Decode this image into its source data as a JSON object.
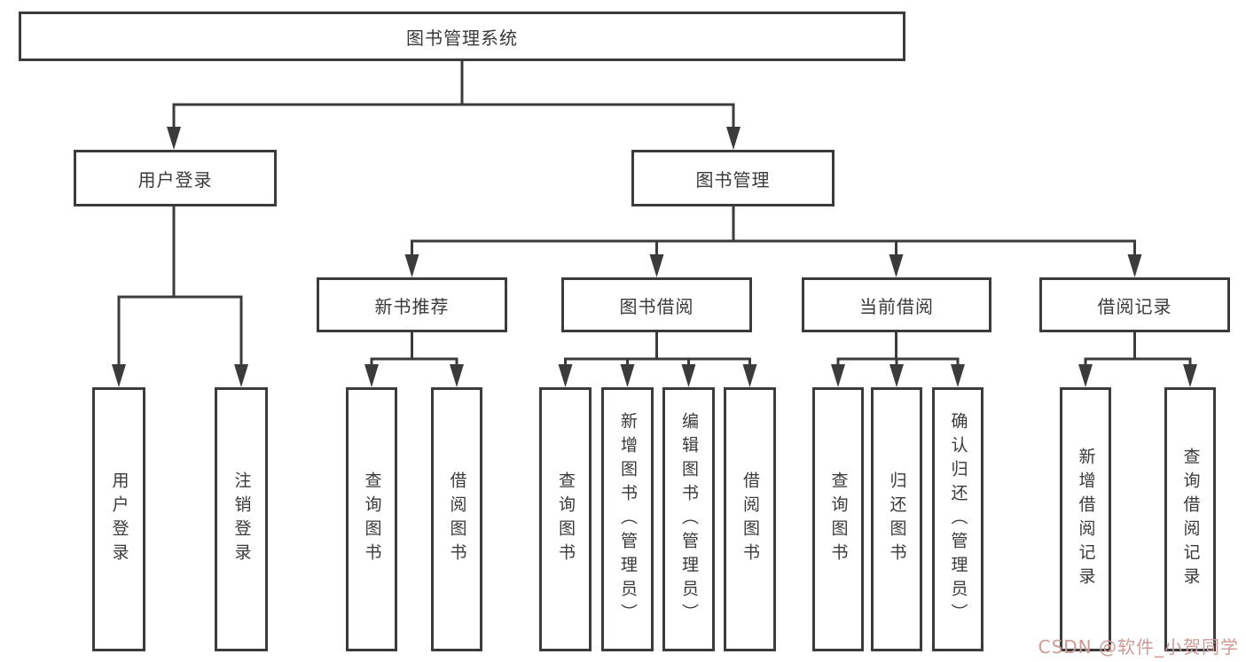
{
  "diagram": {
    "root": {
      "label": "图书管理系统"
    },
    "branches": [
      {
        "label": "用户登录",
        "children": [
          {
            "label": "用户登录"
          },
          {
            "label": "注销登录"
          }
        ]
      },
      {
        "label": "图书管理",
        "children": [
          {
            "label": "新书推荐",
            "children": [
              {
                "label": "查询图书"
              },
              {
                "label": "借阅图书"
              }
            ]
          },
          {
            "label": "图书借阅",
            "children": [
              {
                "label": "查询图书"
              },
              {
                "label": "新增图书（管理员）"
              },
              {
                "label": "编辑图书（管理员）"
              },
              {
                "label": "借阅图书"
              }
            ]
          },
          {
            "label": "当前借阅",
            "children": [
              {
                "label": "查询图书"
              },
              {
                "label": "归还图书"
              },
              {
                "label": "确认归还（管理员）"
              }
            ]
          },
          {
            "label": "借阅记录",
            "children": [
              {
                "label": "新增借阅记录"
              },
              {
                "label": "查询借阅记录"
              }
            ]
          }
        ]
      }
    ]
  },
  "watermark": {
    "text": "CSDN @软件_小贺同学"
  },
  "colors": {
    "line": "#3b3b3b",
    "text": "#3a3a3a",
    "background": "#ffffff",
    "watermark": "#cf9a96"
  }
}
